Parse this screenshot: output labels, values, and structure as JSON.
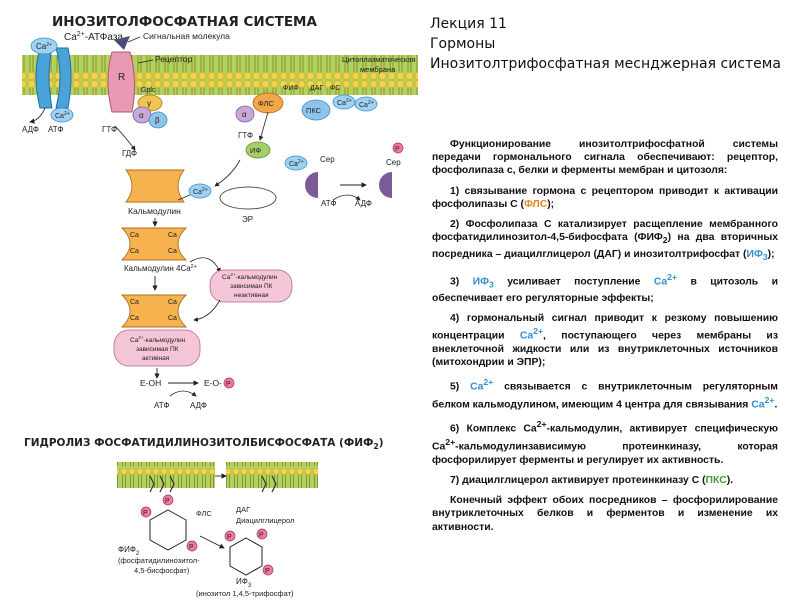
{
  "diagram": {
    "title": "ИНОЗИТОЛФОСФАТНАЯ СИСТЕМА",
    "labels": {
      "ca2": "Ca",
      "ca2_sup": "2+",
      "ca_atpase": "Ca",
      "ca_atpase_sup": "2+",
      "ca_atpase_rest": "-АТФаза",
      "signal_molecule": "Сигнальная молекула",
      "receptor": "Рецептор",
      "cytoplasmic_membrane_1": "Цитоплазматическая",
      "cytoplasmic_membrane_2": "мембрана",
      "adf_left": "АДФ",
      "atf_left": "АТФ",
      "r": "R",
      "gtf_1": "ГТФ",
      "gdf": "ГДФ",
      "gtf_2": "ГТФ",
      "alpha_1": "α",
      "beta": "β",
      "gamma": "γ",
      "gplc": "Gplc",
      "alpha_2": "α",
      "fif": "ФИФ",
      "fls": "ФЛС",
      "dag": "ДАГ",
      "fs": "ФС",
      "pks_1": "ПКС",
      "if3": "ИФ",
      "ser_1": "Сер",
      "ser_2": "Сер",
      "p": "P",
      "atf_mid": "АТФ",
      "adf_mid": "АДФ",
      "er": "ЭР",
      "calmodulin": "Кальмодулин",
      "calmodulin_4ca": "Кальмодулин 4Ca",
      "pk_inactive_1": "-кальмодулин",
      "pk_inactive_2": "зависимая ПК",
      "pk_inactive_3": "неактивная",
      "pk_active_1": "-кальмодулин",
      "pk_active_2": "зависимая ПК",
      "pk_active_3": "активная",
      "e_oh": "E-OH",
      "e_o": "E-O-",
      "atf_bot": "АТФ",
      "adf_bot": "АДФ"
    },
    "hydrolysis_title": "ГИДРОЛИЗ ФОСФАТИДИЛИНОЗИТОЛБИСФОСФАТА (ФИФ",
    "hydrolysis_sub": "2",
    "hydrolysis_close": ")",
    "hydro_labels": {
      "fls": "ФЛС",
      "dag": "ДАГ",
      "diacylglycerol": "Диацилглицерол",
      "fif2": "ФИФ",
      "fif2_full_1": "(фосфатидилинозитол-",
      "fif2_full_2": "4,5-бисфосфат)",
      "if3": "ИФ",
      "if3_full": "(инозитол 1,4,5-трифосфат)"
    }
  },
  "lecture": {
    "line1": "Лекция 11",
    "line2": "Гормоны",
    "line3": "Инозитолтрифосфатная меснджерная система"
  },
  "text": {
    "p0": "Функционирование инозитолтрифосфатной системы передачи гормонального сигнала обеспечивают: рецептор, фосфолипаза с, белки и ферменты мембран и цитозоля:",
    "p1a": "1) связывание гормона с рецептором приводит к активации фосфолипазы С (",
    "p1b": "ФЛС",
    "p1c": ");",
    "p2a": "2) Фосфолипаза С катализирует расщепление мембранного фосфатидилинозитол-4,5-бифосфата (ФИФ",
    "p2b": "2",
    "p2c": ") на два вторичных посредника – диацилглицерол (ДАГ) и инозитолтрифосфат (",
    "p2d": "ИФ",
    "p2e": "3",
    "p2f": ");",
    "p3a": "3) ",
    "p3b": "ИФ",
    "p3c": "3",
    "p3d": " усиливает поступление ",
    "p3e": "Ca",
    "p3f": "2+",
    "p3g": " в цитозоль и обеспечивает его регуляторные эффекты;",
    "p4a": "4) гормональный сигнал приводит к резкому повышению концентрации ",
    "p4b": "Ca",
    "p4c": "2+",
    "p4d": ", поступающего через мембраны из внеклеточной жидкости или из внутриклеточных источников (митохондрии и ЭПР);",
    "p5a": "5) ",
    "p5b": "Ca",
    "p5c": "2+",
    "p5d": " связывается с внутриклеточным регуляторным белком кальмодулином, имеющим 4 центра для связывания ",
    "p5e": "Ca",
    "p5f": "2+",
    "p5g": ".",
    "p6a": "6) Комплекс Ca",
    "p6b": "2+",
    "p6c": "-кальмодулин, активирует специфическую Ca",
    "p6d": "2+",
    "p6e": "-кальмодулинзависимую протеинкиназу, которая фосфорилирует ферменты и регулирует их активность.",
    "p7a": "7) диацилглицерол активирует протеинкиназу С (",
    "p7b": "ПКС",
    "p7c": ").",
    "p8": "Конечный эффект обоих посредников – фосфорилирование внутриклеточных белков и ферментов и изменение их активности."
  },
  "colors": {
    "membrane_head": "#f2d54a",
    "membrane_bg": "#a8c24a",
    "calcium_blue": "#58aee0",
    "calmodulin_orange": "#f5b24f",
    "pk_pink": "#f4c6d8",
    "phosphate_pink": "#f07aa2",
    "pks_blue": "#8fc4ea",
    "receptor_pink": "#e89ab2",
    "if3_green": "#a6cf6b",
    "ser_purple": "#7b5a9a",
    "ca_text": "#2f8fd0",
    "fls_text": "#e08a1a",
    "pks_text": "#4b9b3a"
  }
}
